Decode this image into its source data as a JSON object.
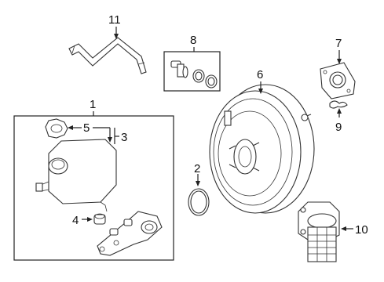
{
  "diagram": {
    "callouts": {
      "c1": "1",
      "c2": "2",
      "c3": "3",
      "c4": "4",
      "c5": "5",
      "c6": "6",
      "c7": "7",
      "c8": "8",
      "c9": "9",
      "c10": "10",
      "c11": "11"
    },
    "parts": [
      "master-cylinder-assembly",
      "o-ring",
      "reservoir",
      "grommet",
      "reservoir-cap",
      "brake-booster",
      "gasket",
      "check-valve-kit",
      "clip",
      "vacuum-pump",
      "vacuum-hose"
    ]
  }
}
